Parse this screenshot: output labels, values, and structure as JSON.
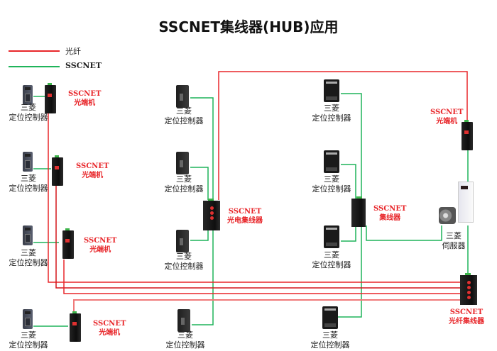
{
  "title": "SSCNET集线器(HUB)应用",
  "legend": {
    "items": [
      {
        "label": "光纤",
        "color": "#e8262a"
      },
      {
        "label": "SSCNET",
        "color": "#1fb45a"
      }
    ]
  },
  "colors": {
    "fiber": "#e8262a",
    "sscnet": "#1fb45a"
  },
  "controller_label_line1": "三菱",
  "controller_label_line2": "定位控制器",
  "converter_label_line1": "SSCNET",
  "converter_label_line2": "光端机",
  "devices": {
    "left_column": [
      {
        "type": "controller",
        "label1": "三菱",
        "label2": "定位控制器"
      },
      {
        "type": "controller",
        "label1": "三菱",
        "label2": "定位控制器"
      },
      {
        "type": "controller",
        "label1": "三菱",
        "label2": "定位控制器"
      },
      {
        "type": "controller",
        "label1": "三菱",
        "label2": "定位控制器"
      }
    ],
    "left_converters": [
      {
        "label1": "SSCNET",
        "label2": "光端机"
      },
      {
        "label1": "SSCNET",
        "label2": "光端机"
      },
      {
        "label1": "SSCNET",
        "label2": "光端机"
      },
      {
        "label1": "SSCNET",
        "label2": "光端机"
      }
    ],
    "middle_column": [
      {
        "label1": "三菱",
        "label2": "定位控制器"
      },
      {
        "label1": "三菱",
        "label2": "定位控制器"
      },
      {
        "label1": "三菱",
        "label2": "定位控制器"
      },
      {
        "label1": "三菱",
        "label2": "定位控制器"
      }
    ],
    "middle_hub": {
      "label1": "SSCNET",
      "label2": "光电集线器"
    },
    "right_column": [
      {
        "label1": "三菱",
        "label2": "定位控制器"
      },
      {
        "label1": "三菱",
        "label2": "定位控制器"
      },
      {
        "label1": "三菱",
        "label2": "定位控制器"
      },
      {
        "label1": "三菱",
        "label2": "定位控制器"
      }
    ],
    "right_hub": {
      "label1": "SSCNET",
      "label2": "集线器"
    },
    "far_right_converter": {
      "label1": "SSCNET",
      "label2": "光端机"
    },
    "servo": {
      "label1": "三菱",
      "label2": "伺服器"
    },
    "fiber_hub": {
      "label1": "SSCNET",
      "label2": "光纤集线器"
    }
  }
}
